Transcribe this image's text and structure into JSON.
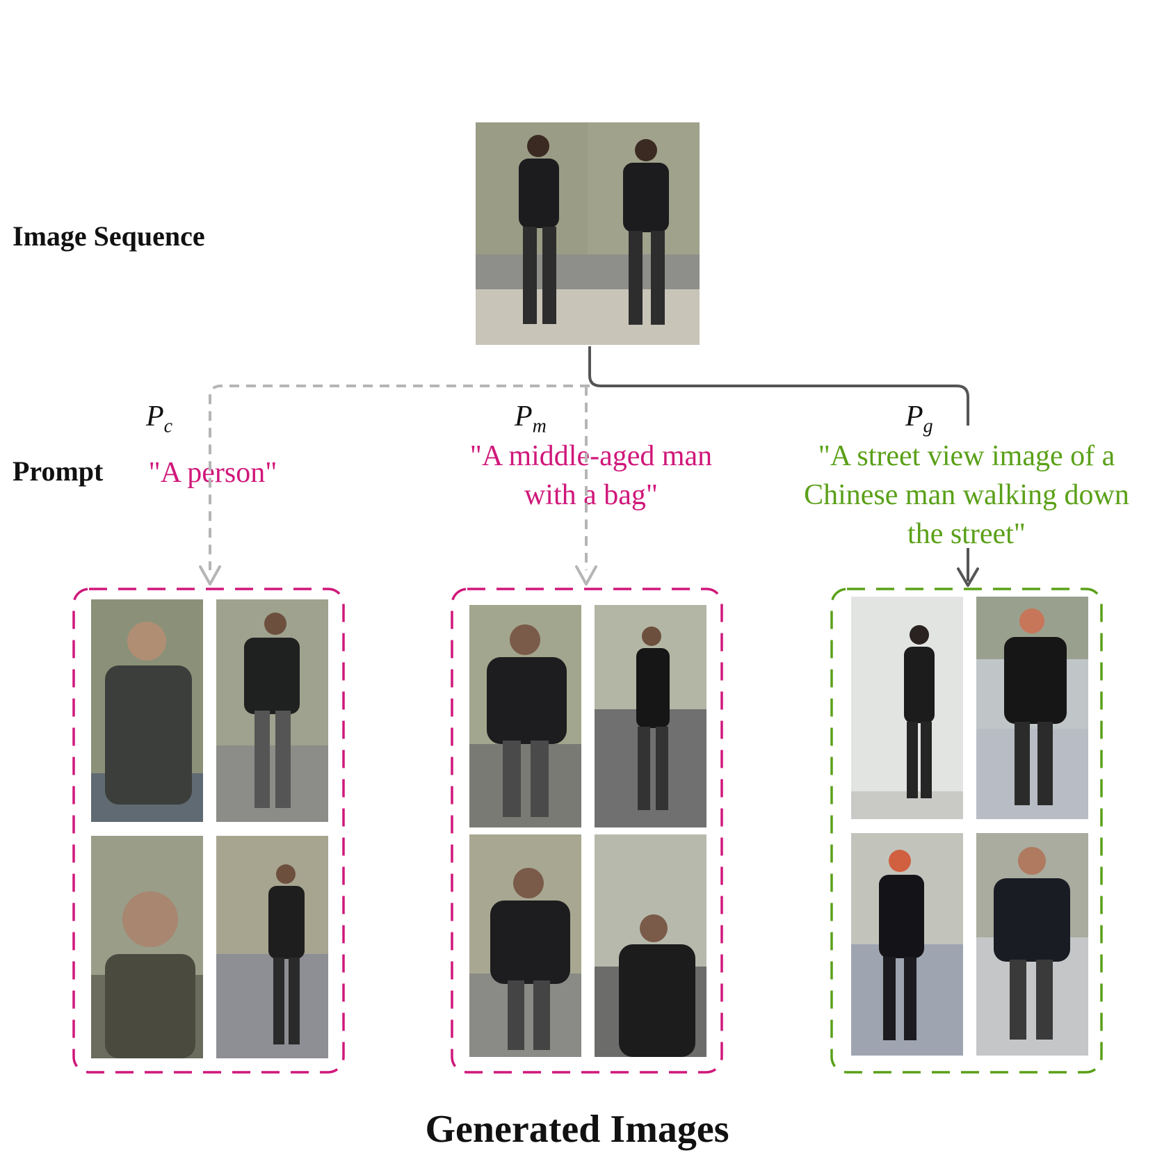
{
  "labels": {
    "image_sequence": "Image Sequence",
    "prompt": "Prompt",
    "generated_images": "Generated Images"
  },
  "prompts": [
    {
      "var_base": "P",
      "var_sub": "c",
      "text": "\"A person\"",
      "color": "#d0177a"
    },
    {
      "var_base": "P",
      "var_sub": "m",
      "text": "\"A middle-aged man with a bag\"",
      "color": "#d0177a"
    },
    {
      "var_base": "P",
      "var_sub": "g",
      "text": "\"A street view image of a Chinese man walking down the street\"",
      "color": "#5aa018"
    }
  ],
  "colors": {
    "magenta": "#d0177a",
    "green": "#5aa018",
    "dashed_arrow": "#b5b5b5",
    "solid_arrow": "#555555"
  }
}
